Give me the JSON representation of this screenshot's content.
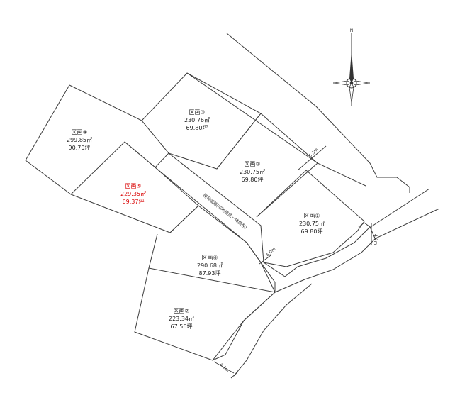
{
  "north_label": "N",
  "road_name": "開発道路(宅地造成一体開発)",
  "widths": {
    "top_road": "6.3m",
    "dev_road": "6.0m",
    "right_edge": "4.0m",
    "bottom_road": "4.1m"
  },
  "lots": [
    {
      "name": "区画①",
      "area": "230.75㎡",
      "tsubo": "69.80坪"
    },
    {
      "name": "区画②",
      "area": "230.75㎡",
      "tsubo": "69.80坪"
    },
    {
      "name": "区画③",
      "area": "230.76㎡",
      "tsubo": "69.80坪"
    },
    {
      "name": "区画④",
      "area": "299.85㎡",
      "tsubo": "90.70坪"
    },
    {
      "name": "区画⑤",
      "area": "229.35㎡",
      "tsubo": "69.37坪",
      "highlight": "#d90000"
    },
    {
      "name": "区画⑥",
      "area": "290.68㎡",
      "tsubo": "87.93坪"
    },
    {
      "name": "区画⑦",
      "area": "223.34㎡",
      "tsubo": "67.56坪"
    }
  ]
}
